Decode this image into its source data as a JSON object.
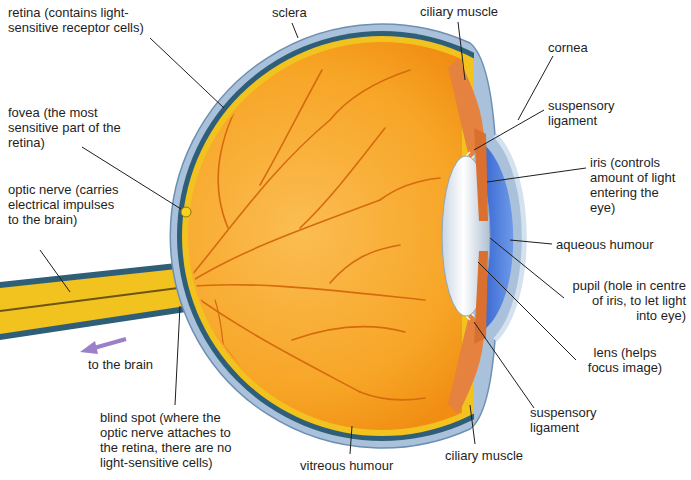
{
  "diagram": {
    "labels": [
      "retina (contains light-sensitive receptor cells)",
      "sclera",
      "ciliary muscle",
      "cornea",
      "suspensory ligament",
      "fovea (the most sensitive part of the retina)",
      "optic nerve (carries electrical impulses to the brain)",
      "iris (controls amount of light entering the eye)",
      "aqueous humour",
      "pupil (hole in centre of iris, to let light into eye)",
      "lens (helps focus image)",
      "to the brain",
      "blind spot (where the optic nerve attaches to the retina, there are no light-sensitive cells)",
      "ciliary muscle",
      "suspensory ligament",
      "vitreous humour"
    ]
  }
}
